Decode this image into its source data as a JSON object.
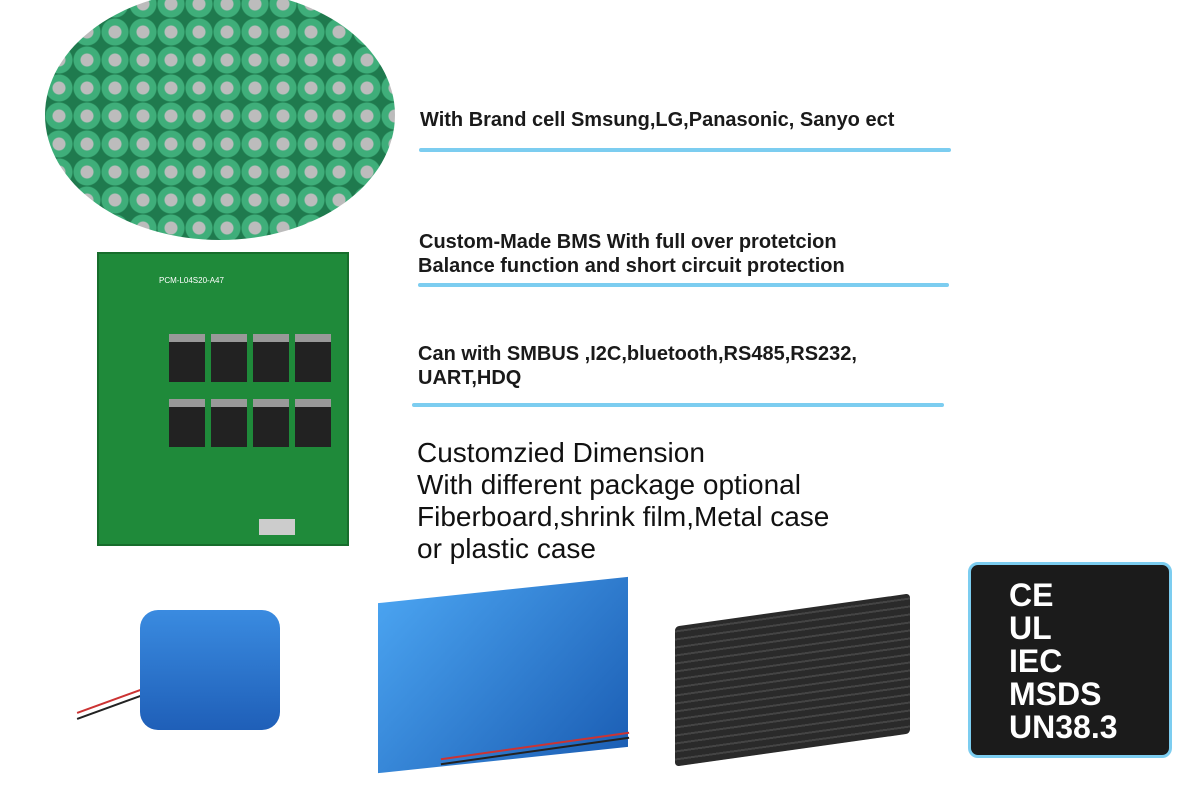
{
  "features": {
    "brand_cells": "With Brand cell Smsung,LG,Panasonic, Sanyo ect",
    "bms_line1": "Custom-Made BMS With full over protetcion",
    "bms_line2": "Balance function and short circuit protection",
    "comm_line1": "Can with SMBUS ,I2C,bluetooth,RS485,RS232,",
    "comm_line2": "UART,HDQ",
    "dimension_lines": [
      "Customzied Dimension",
      "With different package optional",
      "Fiberboard,shrink film,Metal case",
      "or plastic case"
    ]
  },
  "pcb_label": "PCM-L04S20-A47",
  "certifications": [
    "CE",
    "UL",
    "IEC",
    "MSDS",
    "UN38.3"
  ],
  "colors": {
    "accent_rule": "#7ccdf0",
    "cert_bg": "#1b1b1b"
  }
}
